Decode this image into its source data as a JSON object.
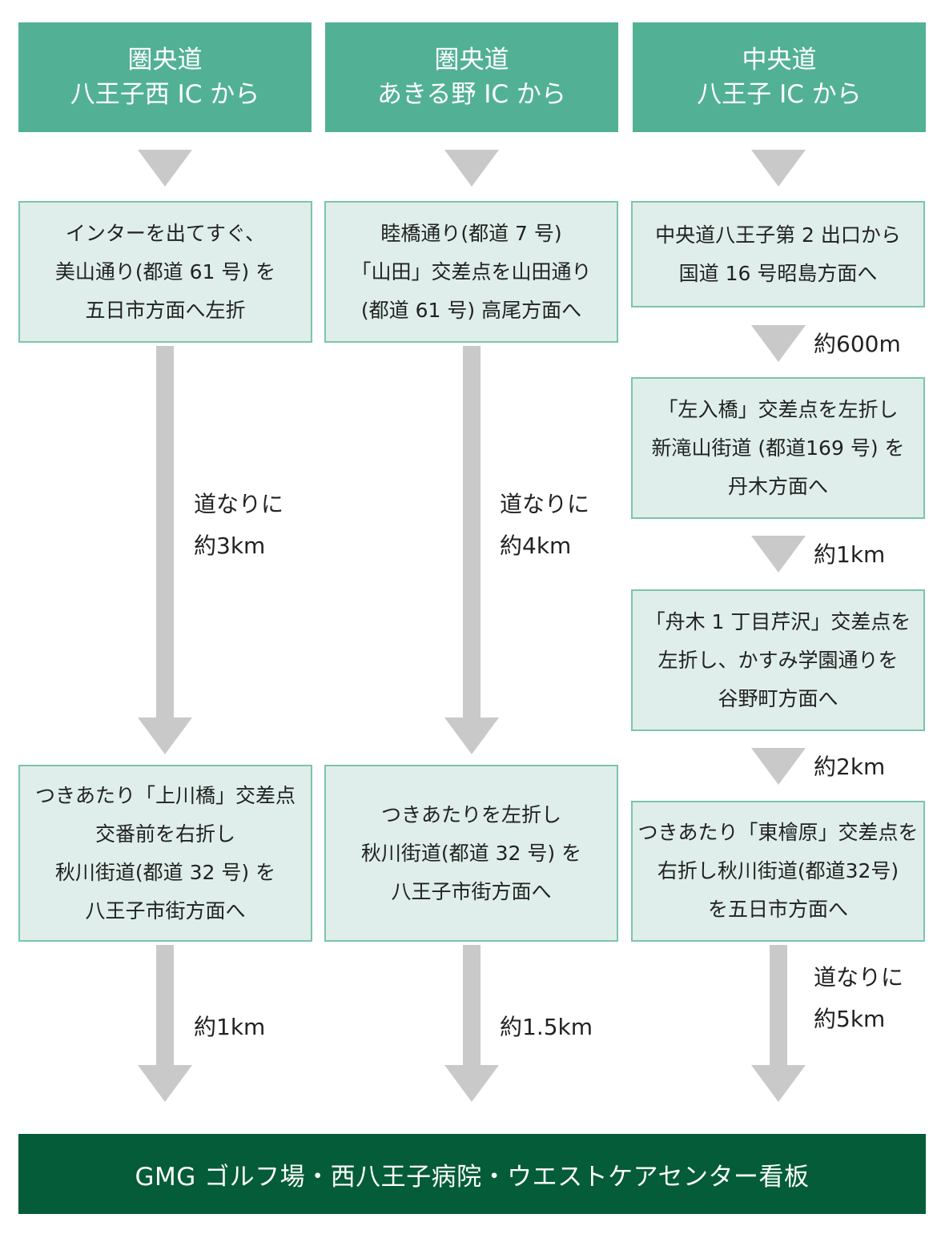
{
  "routes": [
    {
      "header": {
        "line1": "圏央道",
        "line2": "八王子西 IC から"
      },
      "steps": [
        {
          "lines": [
            "インターを出てすぐ、",
            "美山通り(都道 61 号) を",
            "五日市方面へ左折"
          ]
        },
        {
          "lines": [
            "つきあたり「上川橋」交差点",
            "交番前を右折し",
            "秋川街道(都道 32 号) を",
            "八王子市街方面へ"
          ]
        }
      ],
      "distances": [
        {
          "lines": [
            "道なりに",
            "約3km"
          ]
        },
        {
          "lines": [
            "約1km"
          ]
        }
      ]
    },
    {
      "header": {
        "line1": "圏央道",
        "line2": "あきる野 IC から"
      },
      "steps": [
        {
          "lines": [
            "睦橋通り(都道 7 号)",
            "「山田」交差点を山田通り",
            "(都道 61 号) 高尾方面へ"
          ]
        },
        {
          "lines": [
            "つきあたりを左折し",
            "秋川街道(都道 32 号) を",
            "八王子市街方面へ"
          ]
        }
      ],
      "distances": [
        {
          "lines": [
            "道なりに",
            "約4km"
          ]
        },
        {
          "lines": [
            "約1.5km"
          ]
        }
      ]
    },
    {
      "header": {
        "line1": "中央道",
        "line2": "八王子 IC から"
      },
      "steps": [
        {
          "lines": [
            "中央道八王子第 2 出口から",
            "国道 16 号昭島方面へ"
          ]
        },
        {
          "lines": [
            "「左入橋」交差点を左折し",
            "新滝山街道 (都道169 号) を",
            "丹木方面へ"
          ]
        },
        {
          "lines": [
            "「舟木 1 丁目芹沢」交差点を",
            "左折し、かすみ学園通りを",
            "谷野町方面へ"
          ]
        },
        {
          "lines": [
            "つきあたり「東檜原」交差点を",
            "右折し秋川街道(都道32号)",
            "を五日市方面へ"
          ]
        }
      ],
      "distances": [
        {
          "lines": [
            "約600m"
          ]
        },
        {
          "lines": [
            "約1km"
          ]
        },
        {
          "lines": [
            "約2km"
          ]
        },
        {
          "lines": [
            "道なりに",
            "約5km"
          ]
        }
      ]
    }
  ],
  "destination": "GMG ゴルフ場・西八王子病院・ウエストケアセンター看板",
  "colors": {
    "header": "#52b194",
    "step_fill": "#dfeeea",
    "step_border": "#7cc4ac",
    "arrow": "#c9c9c9",
    "footer": "#045c38"
  }
}
